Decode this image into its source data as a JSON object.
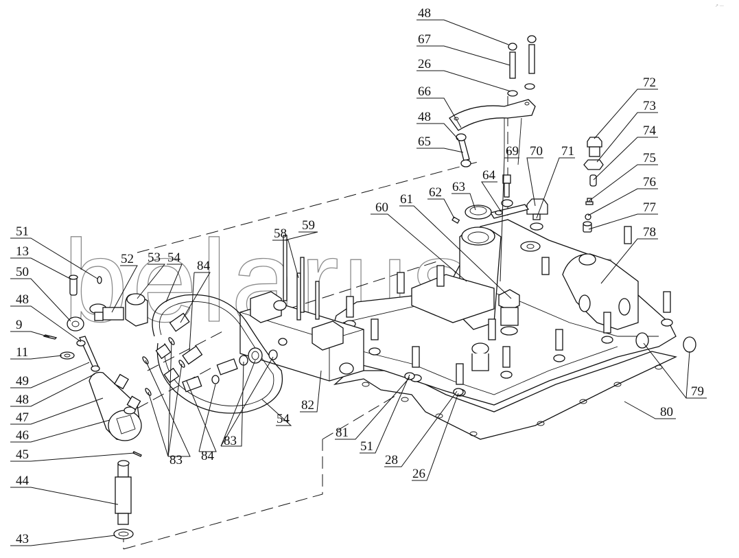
{
  "diagram": {
    "type": "exploded-parts-view",
    "watermark": "belarus.ru",
    "corner_mark": "↗ ---",
    "callouts": [
      {
        "id": "c48a",
        "text": "48"
      },
      {
        "id": "c67",
        "text": "67"
      },
      {
        "id": "c26a",
        "text": "26"
      },
      {
        "id": "c66",
        "text": "66"
      },
      {
        "id": "c48b",
        "text": "48"
      },
      {
        "id": "c65",
        "text": "65"
      },
      {
        "id": "c72",
        "text": "72"
      },
      {
        "id": "c73",
        "text": "73"
      },
      {
        "id": "c74",
        "text": "74"
      },
      {
        "id": "c75",
        "text": "75"
      },
      {
        "id": "c76",
        "text": "76"
      },
      {
        "id": "c77",
        "text": "77"
      },
      {
        "id": "c78",
        "text": "78"
      },
      {
        "id": "c69",
        "text": "69"
      },
      {
        "id": "c70",
        "text": "70"
      },
      {
        "id": "c71",
        "text": "71"
      },
      {
        "id": "c64",
        "text": "64"
      },
      {
        "id": "c63",
        "text": "63"
      },
      {
        "id": "c62",
        "text": "62"
      },
      {
        "id": "c61",
        "text": "61"
      },
      {
        "id": "c60",
        "text": "60"
      },
      {
        "id": "c59",
        "text": "59"
      },
      {
        "id": "c58",
        "text": "58"
      },
      {
        "id": "c51a",
        "text": "51"
      },
      {
        "id": "c13",
        "text": "13"
      },
      {
        "id": "c52",
        "text": "52"
      },
      {
        "id": "c53",
        "text": "53"
      },
      {
        "id": "c54a",
        "text": "54"
      },
      {
        "id": "c84a",
        "text": "84"
      },
      {
        "id": "c50",
        "text": "50"
      },
      {
        "id": "c48c",
        "text": "48"
      },
      {
        "id": "c9",
        "text": "9"
      },
      {
        "id": "c11",
        "text": "11"
      },
      {
        "id": "c49",
        "text": "49"
      },
      {
        "id": "c48d",
        "text": "48"
      },
      {
        "id": "c47",
        "text": "47"
      },
      {
        "id": "c46",
        "text": "46"
      },
      {
        "id": "c45",
        "text": "45"
      },
      {
        "id": "c44",
        "text": "44"
      },
      {
        "id": "c43",
        "text": "43"
      },
      {
        "id": "c83a",
        "text": "83"
      },
      {
        "id": "c84b",
        "text": "84"
      },
      {
        "id": "c83b",
        "text": "83"
      },
      {
        "id": "c54b",
        "text": "54"
      },
      {
        "id": "c82",
        "text": "82"
      },
      {
        "id": "c81",
        "text": "81"
      },
      {
        "id": "c51b",
        "text": "51"
      },
      {
        "id": "c28",
        "text": "28"
      },
      {
        "id": "c26b",
        "text": "26"
      },
      {
        "id": "c79",
        "text": "79"
      },
      {
        "id": "c80",
        "text": "80"
      }
    ]
  }
}
